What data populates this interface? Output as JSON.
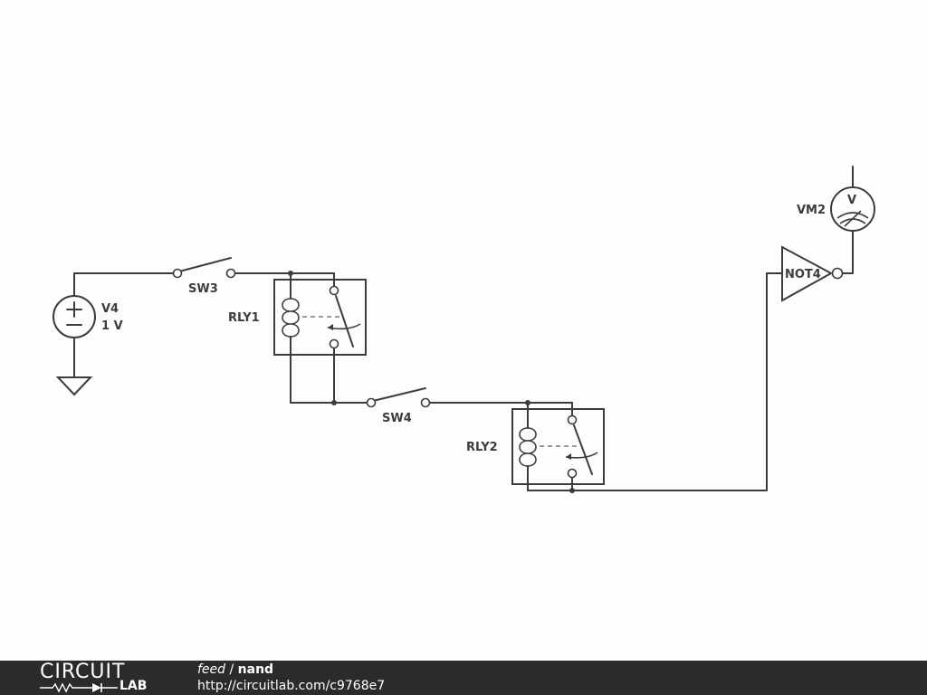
{
  "components": {
    "v4": {
      "ref": "V4",
      "value": "1 V"
    },
    "sw3": {
      "ref": "SW3"
    },
    "sw4": {
      "ref": "SW4"
    },
    "rly1": {
      "ref": "RLY1"
    },
    "rly2": {
      "ref": "RLY2"
    },
    "not4": {
      "ref": "NOT4"
    },
    "vm2": {
      "ref": "VM2",
      "symbol": "V"
    }
  },
  "footer": {
    "logo_top": "CIRCUIT",
    "logo_bottom": "LAB",
    "breadcrumb_feed": "feed",
    "breadcrumb_sep": " / ",
    "circuit_name": "nand",
    "url": "http://circuitlab.com/c9768e7"
  },
  "colors": {
    "ink": "#3a3d40",
    "background": "#fdfdfd",
    "footer": "#2b2b2b"
  }
}
